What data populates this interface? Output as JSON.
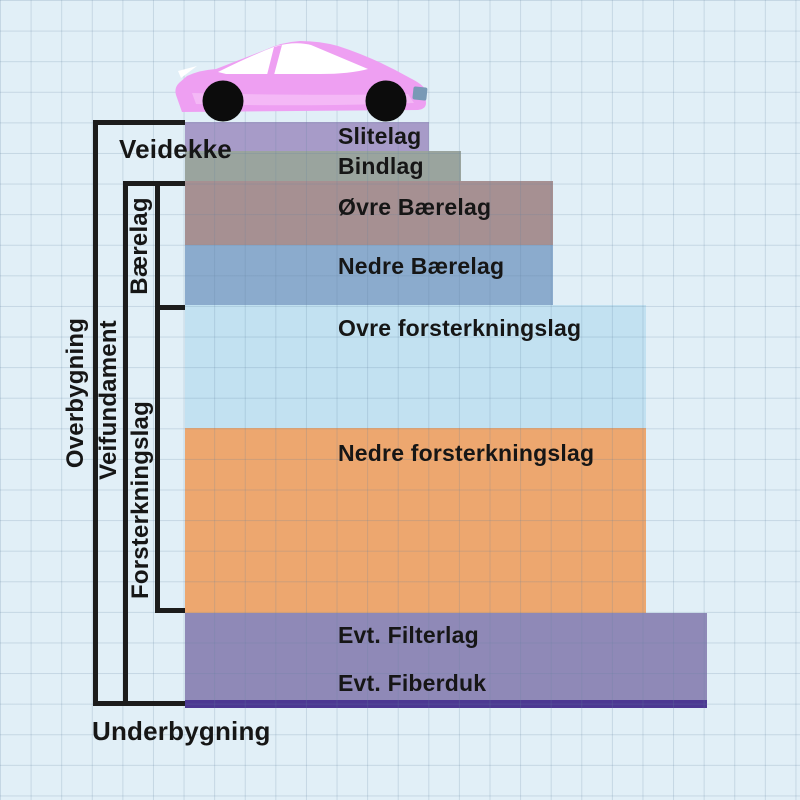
{
  "canvas": {
    "background_color": "#e1eff7",
    "grid_line_color": "#b9cfdc"
  },
  "labels": {
    "veidekke": "Veidekke",
    "baerelag": "Bærelag",
    "veifundament": "Veifundament",
    "overbygning": "Overbygning",
    "forsterkningslag": "Forsterkningslag",
    "underbygning": "Underbygning"
  },
  "layers": [
    {
      "label": "Slitelag",
      "color": "#a79bc8"
    },
    {
      "label": "Bindlag",
      "color": "#9aa49e"
    },
    {
      "label": "Øvre Bærelag",
      "color": "#a69092"
    },
    {
      "label": "Nedre Bærelag",
      "color": "#8babcd"
    },
    {
      "label": "Ovre forsterkningslag",
      "color": "#c2e1f1"
    },
    {
      "label": "Nedre forsterkningslag",
      "color": "#eda76f"
    },
    {
      "label": "Evt. Filterlag",
      "color": "#8f89b7"
    },
    {
      "label": "Evt. Fiberduk",
      "color": "#8f89b7"
    }
  ],
  "fiberduk_strip_color": "#4c3892",
  "car": {
    "body_color": "#ee9ff2",
    "highlight_color": "#f5bcf7",
    "window_color": "#ffffff",
    "wheel_color": "#0c0c0c",
    "taillight_color": "#7899b6"
  }
}
